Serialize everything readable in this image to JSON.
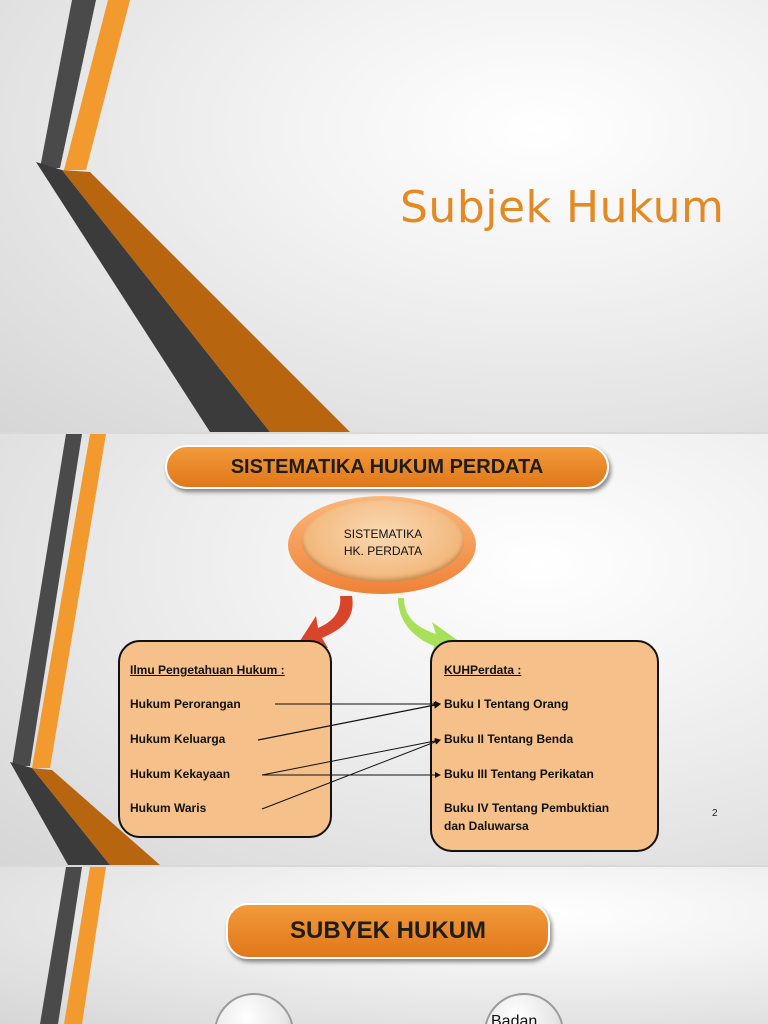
{
  "slide1": {
    "title": "Subjek Hukum"
  },
  "slide2": {
    "banner": "SISTEMATIKA HUKUM PERDATA",
    "center_line1": "SISTEMATIKA",
    "center_line2": "HK. PERDATA",
    "left_heading": "Ilmu Pengetahuan Hukum :",
    "left_items": [
      "Hukum Perorangan",
      "Hukum Keluarga",
      "Hukum Kekayaan",
      "Hukum Waris"
    ],
    "right_heading": "KUHPerdata :",
    "right_items": [
      "Buku I Tentang Orang",
      "Buku II Tentang Benda",
      "Buku III Tentang Perikatan",
      "Buku IV Tentang Pembuktian",
      "dan Daluwarsa"
    ],
    "page_number": "2",
    "colors": {
      "orange": "#e0781a",
      "box_fill": "#f6c08a",
      "arrow_red": "#d9452a",
      "arrow_green": "#a8e05a"
    }
  },
  "slide3": {
    "banner": "SUBYEK HUKUM",
    "circle_right_text": "Badan"
  }
}
